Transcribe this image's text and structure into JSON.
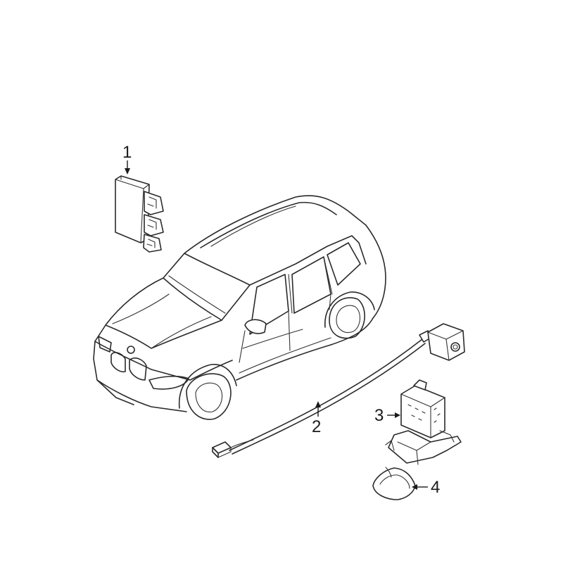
{
  "callouts": [
    {
      "id": "1",
      "label": "1"
    },
    {
      "id": "2",
      "label": "2"
    },
    {
      "id": "3",
      "label": "3"
    },
    {
      "id": "4",
      "label": "4"
    }
  ],
  "colors": {
    "ink": "#2a2a2a",
    "background": "#ffffff"
  }
}
